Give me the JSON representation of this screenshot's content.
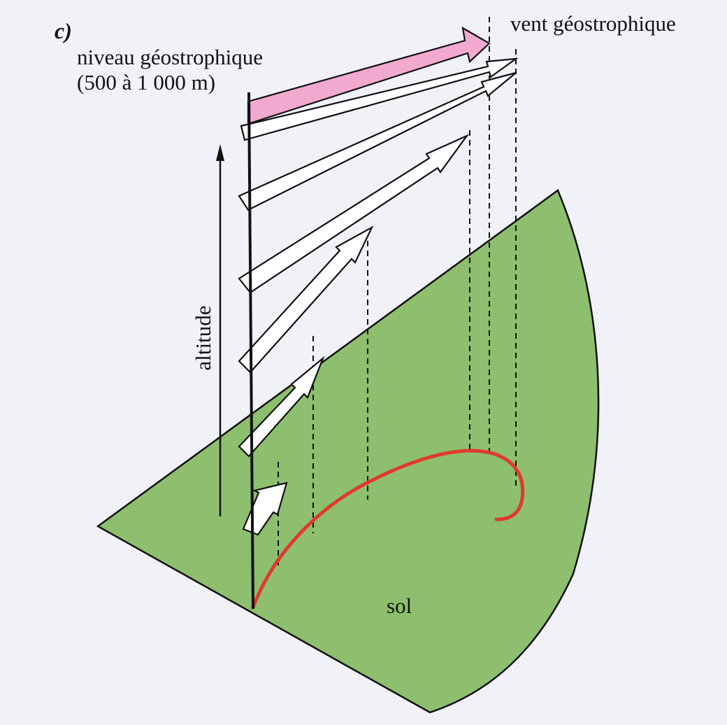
{
  "diagram": {
    "panel_letter": "c)",
    "top_wind_label": "vent géostrophique",
    "level_label": "niveau géostrophique",
    "level_range": "(500 à 1 000 m)",
    "altitude_label": "altitude",
    "ground_label": "sol"
  },
  "colors": {
    "ground": "#8dbf6e",
    "spiral": "#e03a2a",
    "geostrophic_arrow": "#f2a9cf",
    "wind_arrow": "#ffffff",
    "ink": "#111111"
  }
}
